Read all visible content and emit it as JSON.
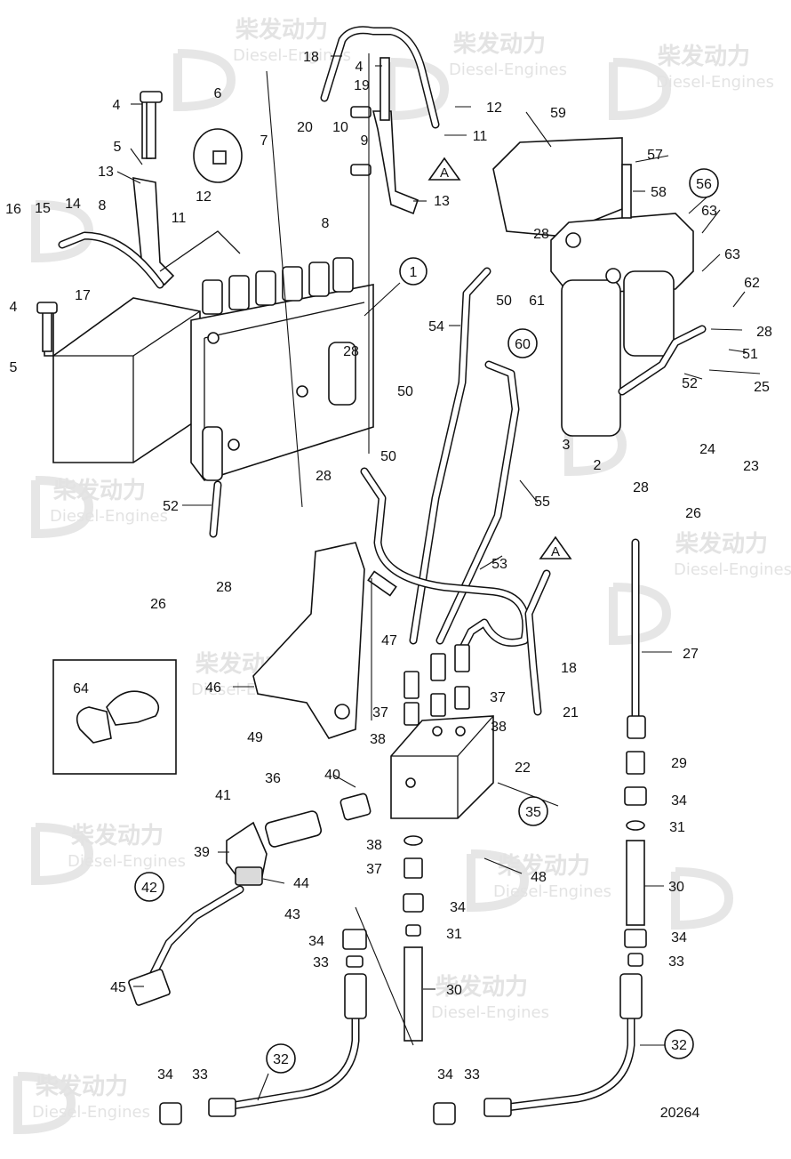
{
  "drawing_number": "20264",
  "watermark": {
    "brand": "柴发动力",
    "sub": "Diesel-Engines"
  },
  "callouts": [
    {
      "label": "1",
      "circled": true
    },
    {
      "label": "2"
    },
    {
      "label": "3"
    },
    {
      "label": "4"
    },
    {
      "label": "4"
    },
    {
      "label": "4"
    },
    {
      "label": "5"
    },
    {
      "label": "5"
    },
    {
      "label": "6"
    },
    {
      "label": "7"
    },
    {
      "label": "8"
    },
    {
      "label": "8"
    },
    {
      "label": "9"
    },
    {
      "label": "10"
    },
    {
      "label": "11"
    },
    {
      "label": "11"
    },
    {
      "label": "12"
    },
    {
      "label": "12"
    },
    {
      "label": "13"
    },
    {
      "label": "13"
    },
    {
      "label": "14"
    },
    {
      "label": "15"
    },
    {
      "label": "16"
    },
    {
      "label": "17"
    },
    {
      "label": "18"
    },
    {
      "label": "18"
    },
    {
      "label": "19"
    },
    {
      "label": "20"
    },
    {
      "label": "21"
    },
    {
      "label": "22"
    },
    {
      "label": "23"
    },
    {
      "label": "24"
    },
    {
      "label": "25"
    },
    {
      "label": "26"
    },
    {
      "label": "26"
    },
    {
      "label": "27"
    },
    {
      "label": "28"
    },
    {
      "label": "28"
    },
    {
      "label": "28"
    },
    {
      "label": "28"
    },
    {
      "label": "28"
    },
    {
      "label": "28"
    },
    {
      "label": "29"
    },
    {
      "label": "30"
    },
    {
      "label": "30"
    },
    {
      "label": "31"
    },
    {
      "label": "31"
    },
    {
      "label": "32",
      "circled": true
    },
    {
      "label": "32",
      "circled": true
    },
    {
      "label": "33"
    },
    {
      "label": "33"
    },
    {
      "label": "33"
    },
    {
      "label": "33"
    },
    {
      "label": "34"
    },
    {
      "label": "34"
    },
    {
      "label": "34"
    },
    {
      "label": "34"
    },
    {
      "label": "34"
    },
    {
      "label": "34"
    },
    {
      "label": "35",
      "circled": true
    },
    {
      "label": "36"
    },
    {
      "label": "37"
    },
    {
      "label": "37"
    },
    {
      "label": "37"
    },
    {
      "label": "38"
    },
    {
      "label": "38"
    },
    {
      "label": "38"
    },
    {
      "label": "39"
    },
    {
      "label": "40"
    },
    {
      "label": "41"
    },
    {
      "label": "42",
      "circled": true
    },
    {
      "label": "43"
    },
    {
      "label": "44"
    },
    {
      "label": "45"
    },
    {
      "label": "46"
    },
    {
      "label": "47"
    },
    {
      "label": "48"
    },
    {
      "label": "49"
    },
    {
      "label": "50"
    },
    {
      "label": "50"
    },
    {
      "label": "50"
    },
    {
      "label": "51"
    },
    {
      "label": "52"
    },
    {
      "label": "52"
    },
    {
      "label": "53"
    },
    {
      "label": "54"
    },
    {
      "label": "55"
    },
    {
      "label": "56",
      "circled": true
    },
    {
      "label": "57"
    },
    {
      "label": "58"
    },
    {
      "label": "59"
    },
    {
      "label": "60",
      "circled": true
    },
    {
      "label": "61"
    },
    {
      "label": "62"
    },
    {
      "label": "63"
    },
    {
      "label": "63"
    },
    {
      "label": "64"
    }
  ],
  "ref_markers": [
    {
      "label": "A"
    },
    {
      "label": "A"
    }
  ]
}
